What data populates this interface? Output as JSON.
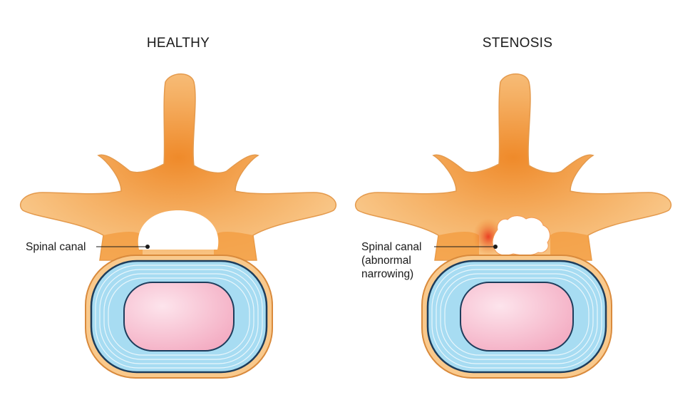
{
  "panels": [
    {
      "title": "HEALTHY",
      "label_lines": [
        "Spinal canal"
      ]
    },
    {
      "title": "STENOSIS",
      "label_lines": [
        "Spinal canal",
        "(abnormal",
        "narrowing)"
      ]
    }
  ],
  "colors": {
    "bone": "#f5b46a",
    "bone_shadow": "#ef8e2e",
    "bone_outline": "#d98a3c",
    "disc_outer": "#a7dcf2",
    "disc_ring": "#1d3d5c",
    "nucleus": "#f6b9cc",
    "inflamed": "#e8321c"
  }
}
